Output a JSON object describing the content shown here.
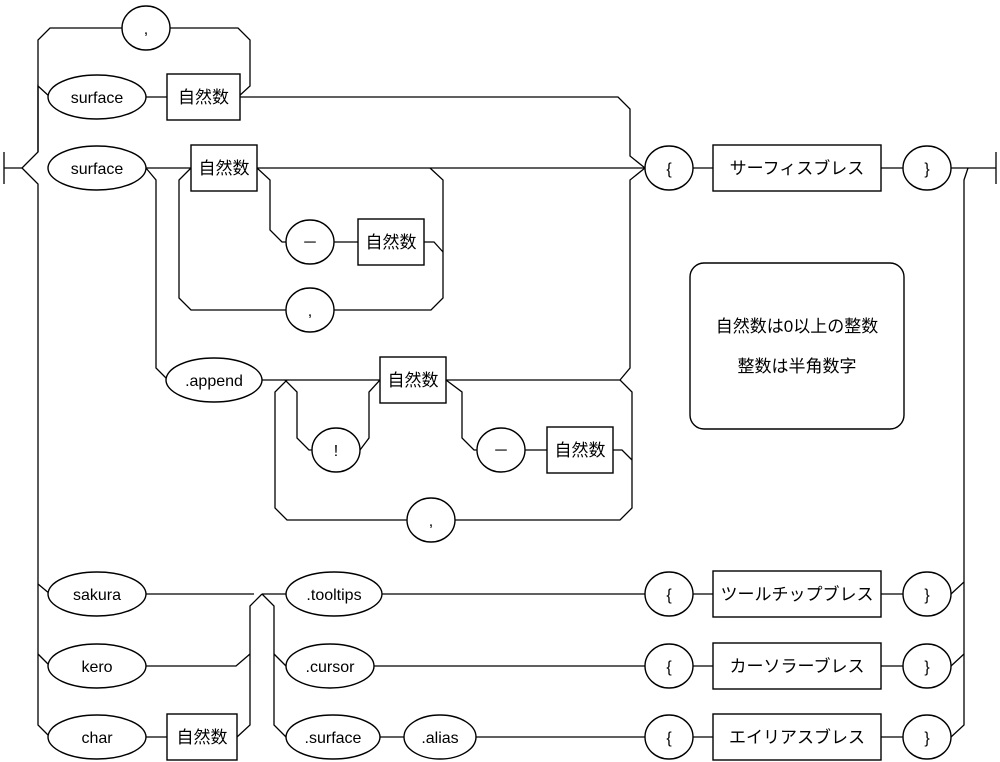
{
  "diagram": {
    "terminals": {
      "comma_top": ",",
      "surface_1": "surface",
      "surface_2": "surface",
      "hyphen_1": "－",
      "comma_1": ",",
      "append": ".append",
      "bang": "!",
      "hyphen_2": "－",
      "comma_2": ",",
      "brace_open_1": "{",
      "brace_close_1": "}",
      "sakura": "sakura",
      "kero": "kero",
      "char": "char",
      "tooltips": ".tooltips",
      "cursor": ".cursor",
      "surface_3": ".surface",
      "alias": ".alias",
      "brace_open_2": "{",
      "brace_close_2": "}",
      "brace_open_3": "{",
      "brace_close_3": "}",
      "brace_open_4": "{",
      "brace_close_4": "}"
    },
    "nonterminals": {
      "natural_1": "自然数",
      "natural_2": "自然数",
      "natural_3": "自然数",
      "natural_4": "自然数",
      "natural_5": "自然数",
      "natural_6": "自然数",
      "surface_brace": "サーフィスブレス",
      "tooltip_brace": "ツールチップブレス",
      "cursor_brace": "カーソラーブレス",
      "alias_brace": "エイリアスブレス"
    },
    "note": {
      "line1": "自然数は0以上の整数",
      "line2": "整数は半角数字"
    }
  }
}
